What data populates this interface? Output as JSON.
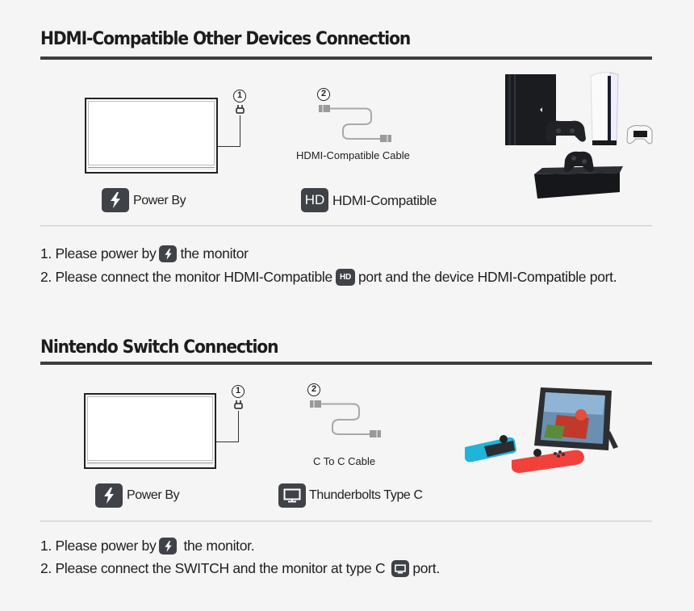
{
  "sections": [
    {
      "title": "HDMI-Compatible Other Devices Connection",
      "step1_badge": "1",
      "step2_badge": "2",
      "cable_label": "HDMI-Compatible Cable",
      "power_icon": "lightning-bolt-icon",
      "power_label": "Power By",
      "port_icon": "hd-icon",
      "port_icon_text": "HD",
      "port_label": "HDMI-Compatible",
      "devices_image": "game-consoles-ps4-ps5-xbox",
      "instructions": {
        "line1_prefix": "1. Please power by",
        "line1_suffix": "the monitor",
        "line2_prefix": "2. Please connect the monitor HDMI-Compatible",
        "line2_suffix": "port and the device HDMI-Compatible  port."
      }
    },
    {
      "title": "Nintendo Switch Connection",
      "step1_badge": "1",
      "step2_badge": "2",
      "cable_label": "C To C Cable",
      "power_icon": "lightning-bolt-icon",
      "power_label": "Power By",
      "port_icon": "monitor-icon",
      "port_label": "Thunderbolts Type C",
      "devices_image": "nintendo-switch-with-joycons",
      "instructions": {
        "line1_prefix": "1. Please power by",
        "line1_suffix": "the monitor.",
        "line2_prefix": "2. Please connect the SWITCH and the monitor at type C",
        "line2_suffix": "port."
      }
    }
  ],
  "colors": {
    "background": "#f5f5f5",
    "icon_bg": "#3f4247",
    "title_rule": "#3d3d3d",
    "joycon_blue": "#1fb4d8",
    "joycon_red": "#f2413a"
  }
}
